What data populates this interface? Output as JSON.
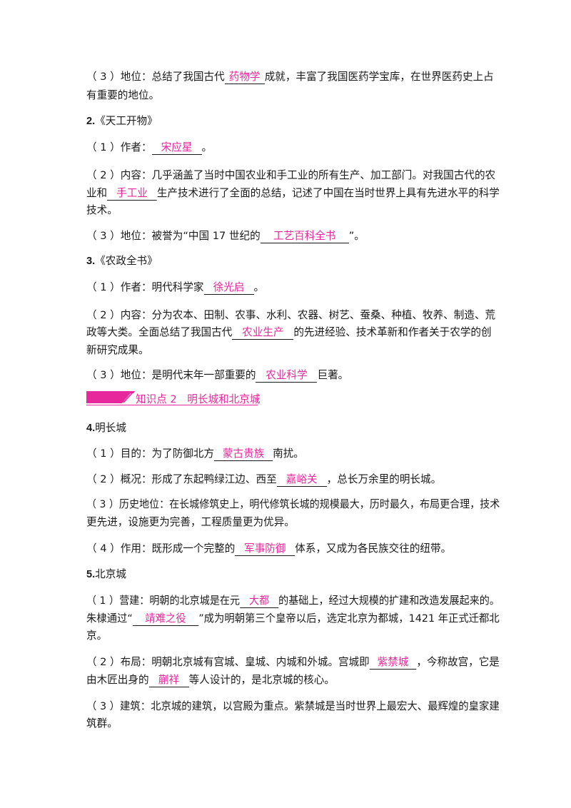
{
  "colors": {
    "answer": "#e6289c",
    "text": "#1a1a1a",
    "accent": "#e6289c"
  },
  "book1": {
    "p3_line1_a": "（ 3 ）地位：总结了我国古代",
    "p3_ans": "药物学",
    "p3_line1_b": "成就，丰富了我国医药学宝库，在世界医药史上占",
    "p3_line2": "有重要的地位。"
  },
  "book2": {
    "num": "2.",
    "title": "《天工开物》",
    "p1_a": "（ 1 ）作者：",
    "p1_ans": "宋应星",
    "p1_b": "。",
    "p2_line1": "（ 2 ）内容：几乎涵盖了当时中国农业和手工业的所有生产、加工部门。对我国古代的农",
    "p2_line2_a": "业和",
    "p2_ans": "手工业",
    "p2_line2_b": "生产技术进行了全面的总结，记述了中国在当时世界上具有先进水平的科学",
    "p2_line3": "技术。",
    "p3_a": "（ 3 ）地位：被誉为“中国 17 世纪的",
    "p3_ans": "工艺百科全书",
    "p3_b": "”。"
  },
  "book3": {
    "num": "3.",
    "title": "《农政全书》",
    "p1_a": "（ 1 ）作者：明代科学家",
    "p1_ans": "徐光启",
    "p1_b": "。",
    "p2_line1": "（ 2 ）内容：分为农本、田制、农事、水利、农器、树艺、蚕桑、种植、牧养、制造、荒",
    "p2_line2_a": "政等大类。全面总结了我国古代",
    "p2_ans": "农业生产",
    "p2_line2_b": "的先进经验、技术革新和作者关于农学的创",
    "p2_line3": "新研究成果。",
    "p3_a": "（ 3 ）地位：是明代末年一部重要的",
    "p3_ans": "农业科学",
    "p3_b": "巨著。"
  },
  "section2": {
    "title": "知识点 2　明长城和北京城"
  },
  "wall": {
    "num": "4.",
    "title": "明长城",
    "p1_a": "（ 1 ）目的：为了防御北方",
    "p1_ans": "蒙古贵族",
    "p1_b": "南扰。",
    "p2_a": "（ 2 ）概况：形成了东起鸭绿江边、西至",
    "p2_ans": "嘉峪关",
    "p2_b": "，总长万余里的明长城。",
    "p3_line1": "（ 3 ）历史地位：在长城修筑史上，明代修筑长城的规模最大，历时最久，布局更合理，技术",
    "p3_line2": "更先进，设施更为完善，工程质量更为优异。",
    "p4_a": "（ 4 ）作用：既形成一个完整的",
    "p4_ans": "军事防御",
    "p4_b": "体系，又成为各民族交往的纽带。"
  },
  "beijing": {
    "num": "5.",
    "title": "北京城",
    "p1_line1_a": "（ 1 ）营建：明朝的北京城是在元",
    "p1_ans1": "大都",
    "p1_line1_b": "的基础上，经过大规模的扩建和改造发展起来的。",
    "p1_line2_a": "朱棣通过“",
    "p1_ans2": "靖难之役",
    "p1_line2_b": "”成为明朝第三个皇帝以后，选定北京为都城，1421 年正式迁都北",
    "p1_line3": "京。",
    "p2_line1_a": "（ 2 ）布局：明朝北京城有宫城、皇城、内城和外城。宫城即",
    "p2_ans1": "紫禁城",
    "p2_line1_b": "，今称故宫，它是",
    "p2_line2_a": "由木匠出身的",
    "p2_ans2": "蒯祥",
    "p2_line2_b": "等人设计的，是北京城的核心。",
    "p3_line1": "（ 3 ）建筑：北京城的建筑，以宫殿为重点。紫禁城是当时世界上最宏大、最辉煌的皇家建",
    "p3_line2": "筑群。"
  }
}
